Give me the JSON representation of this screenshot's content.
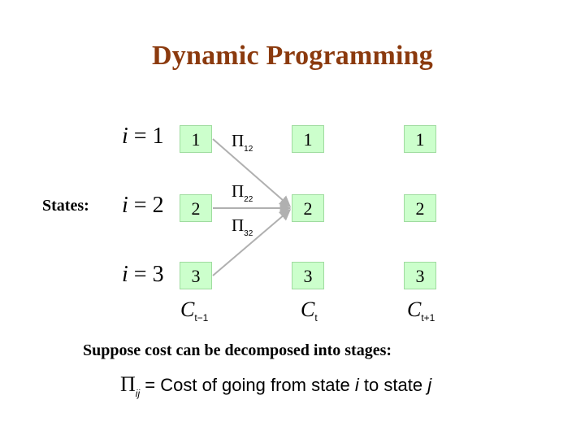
{
  "title": "Dynamic Programming",
  "states_label": "States:",
  "rows": [
    {
      "var": "i",
      "eq": "=",
      "value": "1"
    },
    {
      "var": "i",
      "eq": "=",
      "value": "2"
    },
    {
      "var": "i",
      "eq": "=",
      "value": "3"
    }
  ],
  "columns": [
    {
      "base": "C",
      "sub": "t−1",
      "states": [
        "1",
        "2",
        "3"
      ]
    },
    {
      "base": "C",
      "sub": "t",
      "states": [
        "1",
        "2",
        "3"
      ]
    },
    {
      "base": "C",
      "sub": "t+1",
      "states": [
        "1",
        "2",
        "3"
      ]
    }
  ],
  "transitions": [
    {
      "symbol": "Π",
      "sub": "12"
    },
    {
      "symbol": "Π",
      "sub": "22"
    },
    {
      "symbol": "Π",
      "sub": "32"
    }
  ],
  "caption": "Suppose cost can be decomposed into stages:",
  "formula": {
    "symbol": "Π",
    "sub": "ij",
    "eq": "=",
    "text_1": "Cost of going from state ",
    "var_1": "i",
    "text_2": " to state ",
    "var_2": "j"
  },
  "colors": {
    "title": "#8B3A0E",
    "state_box": "#CCFFCC",
    "arrow": "#B0B0B0"
  }
}
